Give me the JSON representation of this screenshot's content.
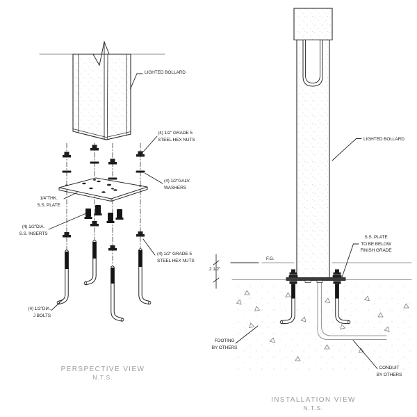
{
  "drawing": {
    "perspective_view": {
      "title": "PERSPECTIVE VIEW",
      "scale": "N.T.S.",
      "labels": {
        "bollard": "LIGHTED BOLLARD",
        "hex_nuts_top_l1": "(4) 1/2\" GRADE 5",
        "hex_nuts_top_l2": "STEEL HEX NUTS",
        "washers_l1": "(4) 1/2\"GALV.",
        "washers_l2": "WASHERS",
        "plate_l1": "1/4\"THK.",
        "plate_l2": "S.S. PLATE",
        "inserts_l1": "(4) 1/2\"DIA.",
        "inserts_l2": "S.S. INSERTS",
        "hex_nuts_bottom_l1": "(4) 1/2\" GRADE 5",
        "hex_nuts_bottom_l2": "STEEL HEX NUTS",
        "j_bolts_l1": "(4) 1/2\"DIA.",
        "j_bolts_l2": "J BOLTS"
      }
    },
    "installation_view": {
      "title": "INSTALLATION VIEW",
      "scale": "N.T.S.",
      "labels": {
        "bollard": "LIGHTED BOLLARD",
        "ss_plate_l1": "S.S. PLATE",
        "ss_plate_l2": "TO BE BELOW",
        "ss_plate_l3": "FINISH GRADE",
        "finish_grade": "F.G.",
        "depth_dimension": "2 1/2\"",
        "footing_l1": "FOOTING",
        "footing_l2": "BY OTHERS",
        "conduit_l1": "CONDUIT",
        "conduit_l2": "BY OTHERS"
      }
    },
    "colors": {
      "line": "#2a2a2a",
      "gray_line": "#9a9a9a",
      "title_text": "#9b9b9b",
      "label_text": "#1c1c1c"
    }
  }
}
